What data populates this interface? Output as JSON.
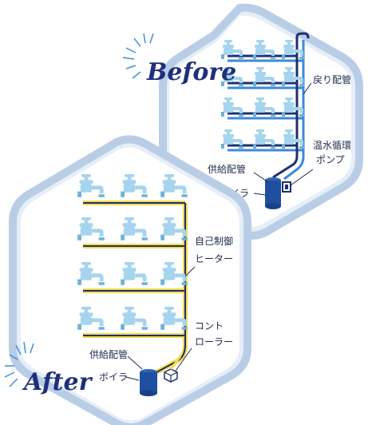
{
  "before": {
    "title": "Before",
    "labels": {
      "return_pipe": "戻り配管",
      "pump_line1": "温水循環",
      "pump_line2": "ポンプ",
      "supply_pipe": "供給配管",
      "boiler": "ボイラ"
    },
    "faucet_rows": 4,
    "faucets_per_row": 3
  },
  "after": {
    "title": "After",
    "labels": {
      "heater_line1": "自己制御",
      "heater_line2": "ヒーター",
      "controller_line1": "コント",
      "controller_line2": "ローラー",
      "supply_pipe": "供給配管",
      "boiler": "ボイラ"
    },
    "faucet_rows": 4,
    "faucets_per_row": 3
  },
  "colors": {
    "panel_fill": "#ffffff",
    "panel_border": "#b9cde6",
    "panel_border_inner": "#e6eef8",
    "supply_pipe": "#1f2f6e",
    "return_pipe": "#3b8ad8",
    "heater_line": "#f2dc4a",
    "faucet": "#a6d4ee",
    "faucet_dark": "#6fb2d9",
    "boiler": "#1f4fa0",
    "text": "#1e2a4a",
    "burst": "#3f8fd8"
  },
  "icons": [
    "faucet-icon",
    "boiler-icon",
    "pump-icon",
    "controller-icon"
  ]
}
